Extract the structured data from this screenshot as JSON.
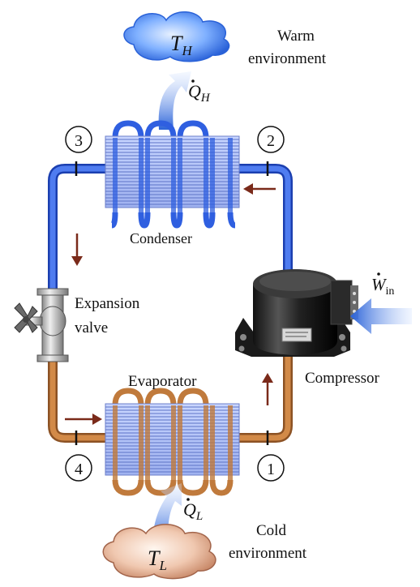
{
  "hot_reservoir": {
    "symbol": "T",
    "subscript": "H",
    "caption_line1": "Warm",
    "caption_line2": "environment"
  },
  "cold_reservoir": {
    "symbol": "T",
    "subscript": "L",
    "caption_line1": "Cold",
    "caption_line2": "environment"
  },
  "heat_out": {
    "symbol": "Q",
    "subscript": "H"
  },
  "heat_in": {
    "symbol": "Q",
    "subscript": "L"
  },
  "work_in": {
    "symbol": "W",
    "subscript": "in"
  },
  "components": {
    "condenser": "Condenser",
    "evaporator": "Evaporator",
    "compressor": "Compressor",
    "expansion_line1": "Expansion",
    "expansion_line2": "valve"
  },
  "states": [
    "1",
    "2",
    "3",
    "4"
  ],
  "colors": {
    "hot_line": "#2f5fe0",
    "cold_line": "#c07a3c",
    "cloud_hot": "#4a8cf0",
    "cloud_cold": "#e8b9a3",
    "arrow": "#7a2a1a"
  }
}
